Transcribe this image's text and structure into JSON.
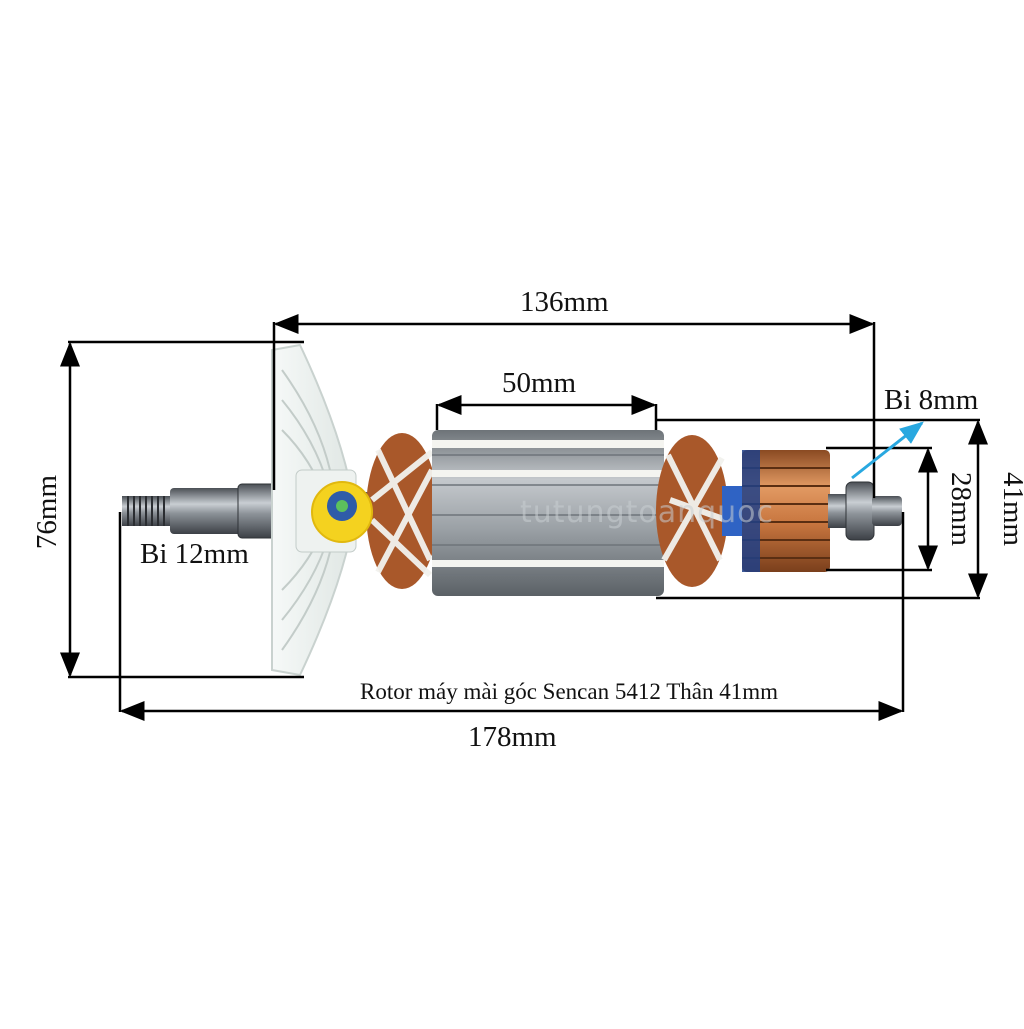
{
  "dimensions": {
    "overall_length": "178mm",
    "armature_span": "136mm",
    "core_length": "50mm",
    "fan_diameter": "76mm",
    "body_diameter": "41mm",
    "commutator_diameter": "28mm"
  },
  "bearings": {
    "left": "Bi 12mm",
    "right": "Bi 8mm"
  },
  "caption": "Rotor máy mài góc Sencan 5412 Thân 41mm",
  "watermark": "tutungtoanquoc",
  "colors": {
    "dimension_line": "#000000",
    "pointer_arrow": "#29a8e0",
    "copper": "#c8763f",
    "steel": "#8a9096",
    "fan": "#eef2f0",
    "logo_blue": "#2f5ca8"
  }
}
